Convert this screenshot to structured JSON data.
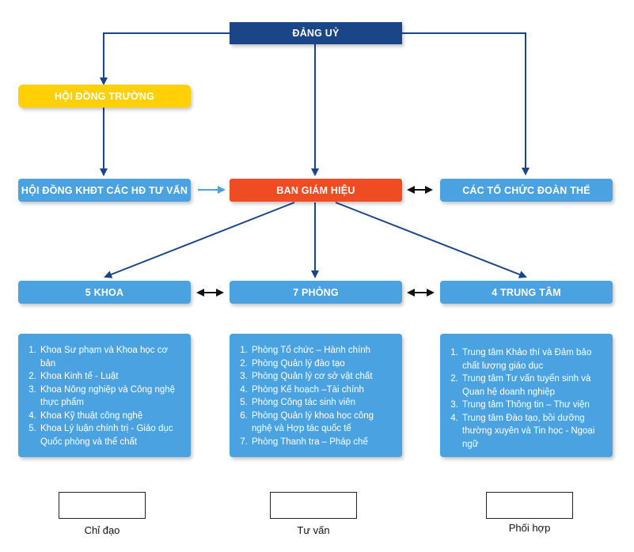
{
  "nodes": {
    "dang_uy": "ĐẢNG UỶ",
    "hoi_dong_truong": "HỘI ĐỒNG TRƯỜNG",
    "hoi_dong_khdt": "HỘI ĐỒNG KHĐT CÁC HĐ TƯ VẤN",
    "ban_giam_hieu": "BAN GIÁM HIỆU",
    "cac_to_chuc": "CÁC TỔ CHỨC ĐOÀN THỂ",
    "khoa": "5 KHOA",
    "phong": "7 PHÒNG",
    "trung_tam": "4 TRUNG TÂM"
  },
  "lists": {
    "khoa": [
      "Khoa Sư phạm và Khoa học cơ bản",
      "Khoa Kinh tế - Luật",
      "Khoa Nông nghiệp và Công nghệ thực phẩm",
      "Khoa Kỹ thuật công nghệ",
      "Khoa Lý luận chính trị - Giáo dục Quốc phòng và thể chất"
    ],
    "phong": [
      "Phòng Tổ chức – Hành chính",
      "Phòng Quản lý đào tạo",
      "Phòng Quản lý cơ sở vật chất",
      "Phòng Kế hoạch –Tài chính",
      "Phòng Công tác sinh viên",
      "Phòng Quản lý khoa học công nghệ và Hợp tác quốc tế",
      "Phòng Thanh tra – Pháp chế"
    ],
    "trung_tam": [
      "Trung tâm Khảo thí và Đảm bảo chất lượng giáo dục",
      "Trung tâm Tư vấn tuyển sinh và Quan hệ doanh nghiệp",
      "Trung tâm Thông tin – Thư viện",
      "Trung tâm Đào tạo, bồi dưỡng thường xuyên và Tin học - Ngoại ngữ"
    ]
  },
  "legend": {
    "chi_dao": "Chỉ đạo",
    "tu_van": "Tư vấn",
    "phoi_hop": "Phối hợp"
  },
  "colors": {
    "navy": "#1a4587",
    "light_blue": "#4aa3e0",
    "yellow": "#ffd006",
    "orange": "#f04c23",
    "black": "#111111"
  }
}
